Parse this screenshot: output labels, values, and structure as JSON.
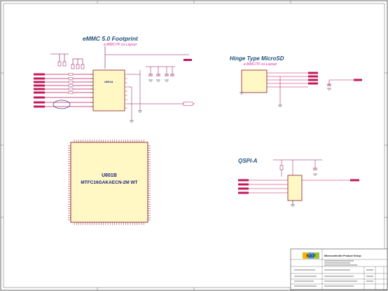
{
  "sections": {
    "emmc": {
      "title": "eMMC 5.0 Footprint",
      "note": "e.MMC/TF co-Layout"
    },
    "microsd": {
      "title": "Hinge Type MicroSD",
      "note": "e.MMC/TF co-Layout"
    },
    "qspi": {
      "title": "QSPI-A"
    }
  },
  "chips": {
    "u601a": {
      "ref": "U601A"
    },
    "u601b": {
      "ref": "U601B",
      "part": "MTFC16GAKAECN-2M WT"
    }
  },
  "title_block": {
    "company": "Microcontroller Product Group",
    "logo_text": "NXP"
  },
  "colors": {
    "wire": "#c2185b",
    "net": "#8e0e58",
    "title": "#1d4f7a",
    "note": "#d62a9a",
    "chip_fill": "#fff8c4",
    "chip_stroke": "#8a1a2a",
    "frame": "#444444"
  }
}
